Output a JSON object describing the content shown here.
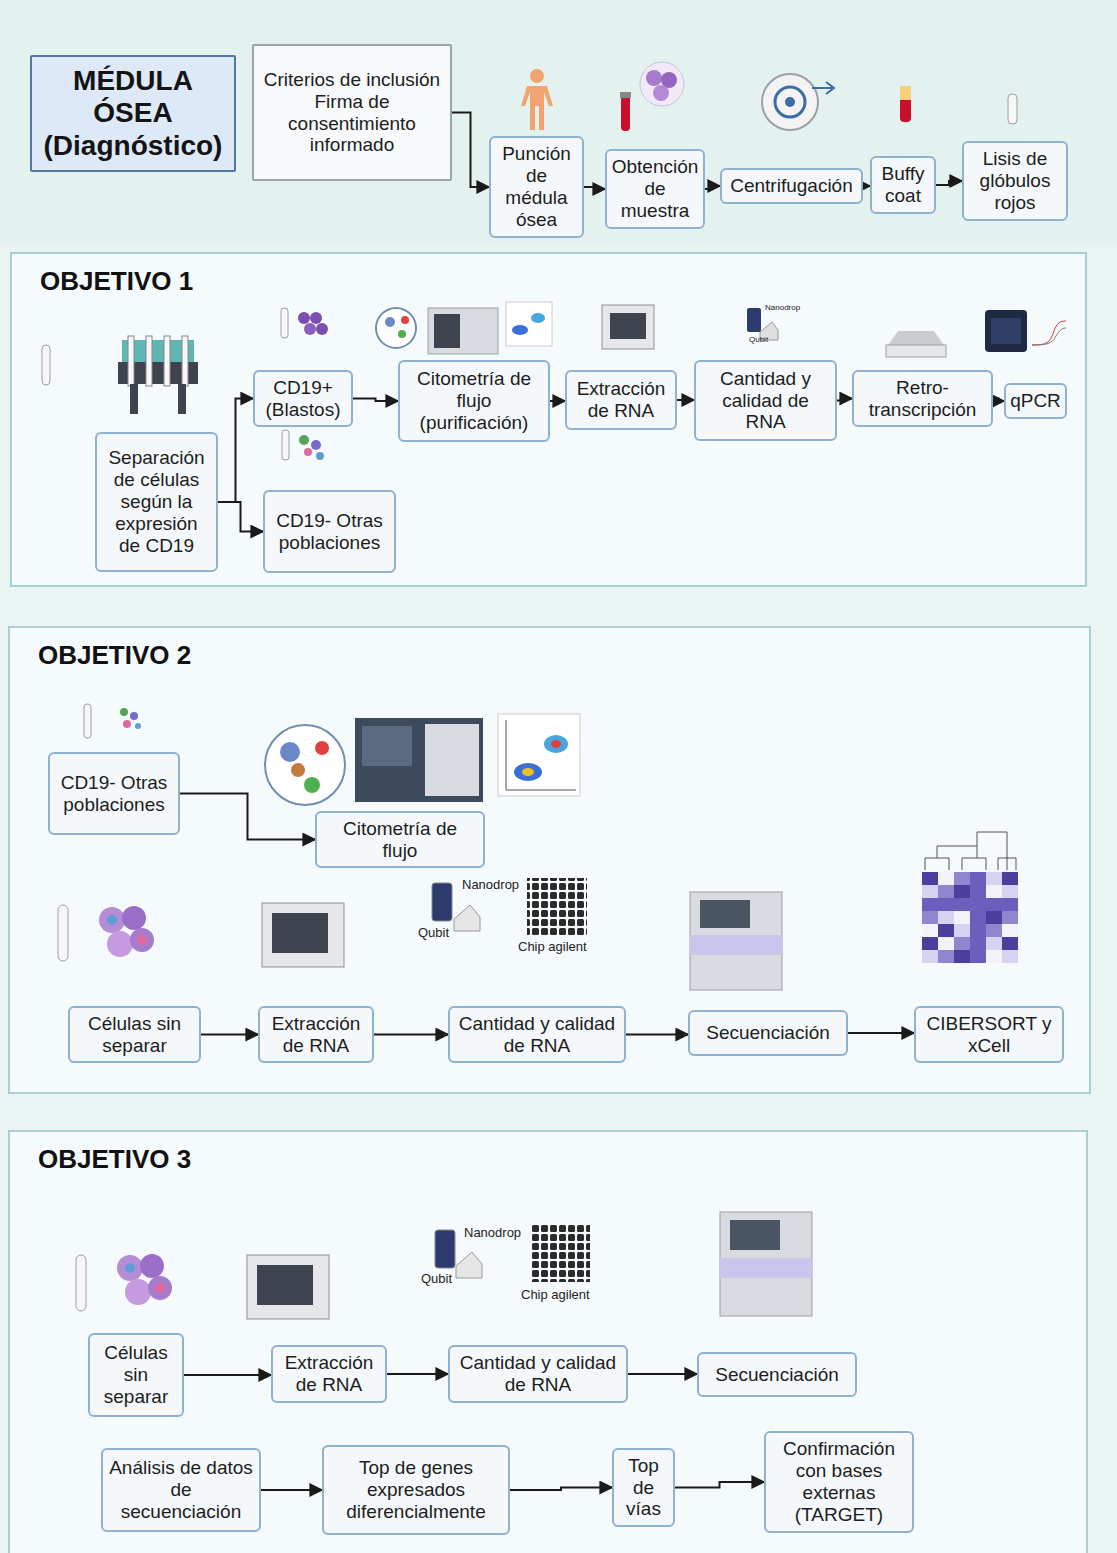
{
  "diagram": {
    "nodes": [
      {
        "text": [
          "MÉDULA ÓSEA (Diagnóstico)"
        ]
      },
      {
        "text": [
          "Criterios de inclusión Firma de consentimiento informado"
        ]
      },
      {
        "text": [
          "Punción de médula ósea"
        ]
      },
      {
        "text": [
          "Obtención de muestra"
        ]
      },
      {
        "text": [
          "Centrifugación"
        ]
      },
      {
        "text": [
          "Buffy coat"
        ]
      },
      {
        "text": [
          "Lisis de glóbulos rojos"
        ]
      },
      {
        "text": [
          "OBJETIVO 1"
        ]
      },
      {
        "text": [
          "Separación de células según la expresión de CD19"
        ],
        "in": 7
      },
      {
        "text": [
          "CD19+ (Blastos)"
        ],
        "in": 7
      },
      {
        "text": [
          "CD19- Otras poblaciones"
        ],
        "in": 7
      },
      {
        "text": [
          "Citometría de flujo (purificación)"
        ],
        "in": 7
      },
      {
        "text": [
          "Extracción de RNA"
        ],
        "in": 7
      },
      {
        "text": [
          "Cantidad y calidad de RNA"
        ],
        "in": 7
      },
      {
        "text": [
          "Retro-transcripción"
        ],
        "in": 7
      },
      {
        "text": [
          "qPCR"
        ],
        "in": 7
      },
      {
        "text": [
          "OBJETIVO 2"
        ]
      },
      {
        "text": [
          "CD19- Otras poblaciones"
        ],
        "in": 16
      },
      {
        "text": [
          "Citometría de flujo"
        ],
        "in": 16
      },
      {
        "text": [
          "Células sin separar"
        ],
        "in": 16
      },
      {
        "text": [
          "Extracción de RNA"
        ],
        "in": 16
      },
      {
        "text": [
          "Cantidad y calidad de RNA"
        ],
        "in": 16
      },
      {
        "text": [
          "Secuenciación"
        ],
        "in": 16
      },
      {
        "text": [
          "CIBERSORT y xCell"
        ],
        "in": 16
      },
      {
        "text": [
          "OBJETIVO 3"
        ]
      },
      {
        "text": [
          "Células sin separar"
        ],
        "in": 24
      },
      {
        "text": [
          "Extracción de RNA"
        ],
        "in": 24
      },
      {
        "text": [
          "Cantidad y calidad de RNA"
        ],
        "in": 24
      },
      {
        "text": [
          "Secuenciación"
        ],
        "in": 24
      },
      {
        "text": [
          "Análisis de datos de secuenciación"
        ],
        "in": 24
      },
      {
        "text": [
          "Top de genes expresados diferencialmente"
        ],
        "in": 24
      },
      {
        "text": [
          "Top de vías"
        ],
        "in": 24
      },
      {
        "text": [
          "Confirmación con bases externas (TARGET)"
        ],
        "in": 24
      }
    ],
    "edges": [
      {
        "from": 1,
        "to": 2,
        "arrow": "to"
      },
      {
        "from": 2,
        "to": 3,
        "arrow": "to"
      },
      {
        "from": 3,
        "to": 4,
        "arrow": "to"
      },
      {
        "from": 4,
        "to": 5,
        "arrow": "to"
      },
      {
        "from": 5,
        "to": 6,
        "arrow": "to"
      },
      {
        "from": 8,
        "to": 9,
        "arrow": "to"
      },
      {
        "from": 8,
        "to": 10,
        "arrow": "to"
      },
      {
        "from": 9,
        "to": 11,
        "arrow": "to"
      },
      {
        "from": 11,
        "to": 12,
        "arrow": "to"
      },
      {
        "from": 12,
        "to": 13,
        "arrow": "to"
      },
      {
        "from": 13,
        "to": 14,
        "arrow": "to"
      },
      {
        "from": 14,
        "to": 15,
        "arrow": "to"
      },
      {
        "from": 17,
        "to": 18,
        "arrow": "to"
      },
      {
        "from": 19,
        "to": 20,
        "arrow": "to"
      },
      {
        "from": 20,
        "to": 21,
        "arrow": "to"
      },
      {
        "from": 21,
        "to": 22,
        "arrow": "to"
      },
      {
        "from": 22,
        "to": 23,
        "arrow": "to"
      },
      {
        "from": 25,
        "to": 26,
        "arrow": "to"
      },
      {
        "from": 26,
        "to": 27,
        "arrow": "to"
      },
      {
        "from": 27,
        "to": 28,
        "arrow": "to"
      },
      {
        "from": 29,
        "to": 30,
        "arrow": "to"
      },
      {
        "from": 30,
        "to": 31,
        "arrow": "to"
      },
      {
        "from": 31,
        "to": 32,
        "arrow": "to"
      }
    ],
    "labels": [
      "Nanodrop",
      "Qubit",
      "Nanodrop",
      "Qubit",
      "Chip agilent",
      "Nanodrop",
      "Qubit",
      "Chip agilent"
    ]
  }
}
